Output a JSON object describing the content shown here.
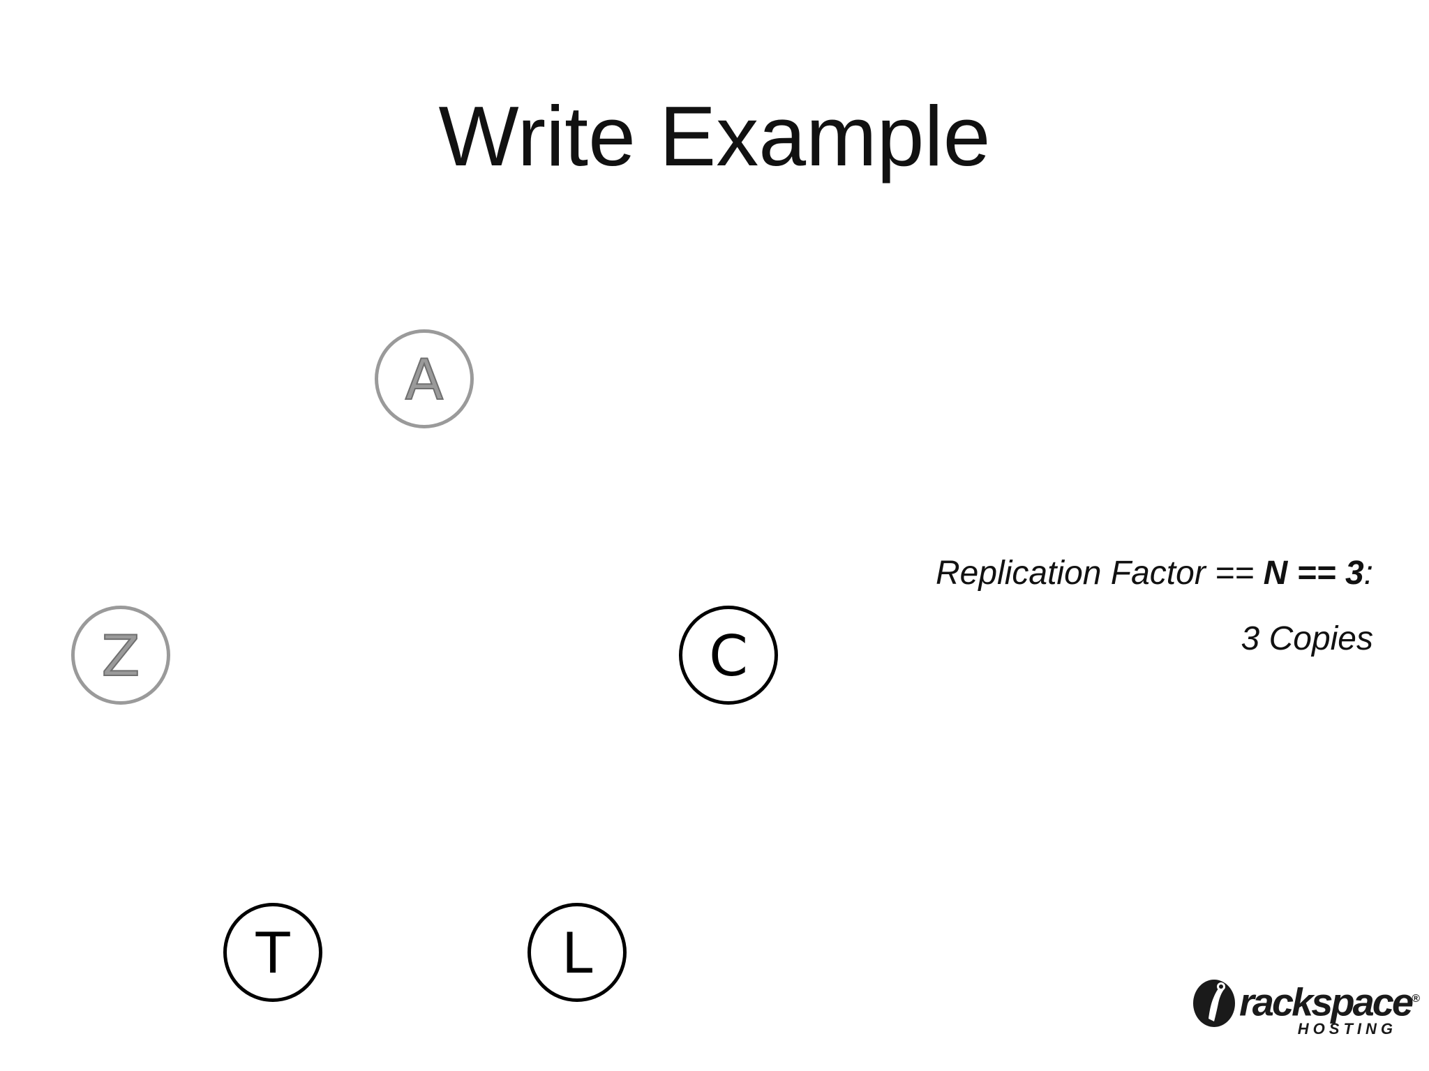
{
  "slide": {
    "title": "Write Example"
  },
  "nodes": [
    {
      "id": "A",
      "label": "A",
      "state": "inactive"
    },
    {
      "id": "Z",
      "label": "Z",
      "state": "inactive"
    },
    {
      "id": "C",
      "label": "C",
      "state": "active"
    },
    {
      "id": "T",
      "label": "T",
      "state": "active"
    },
    {
      "id": "L",
      "label": "L",
      "state": "active"
    }
  ],
  "caption": {
    "line1_prefix": "Replication Factor == ",
    "line1_bold": "N == 3",
    "line1_suffix": ":",
    "line2": "3 Copies"
  },
  "logo": {
    "wordmark": "rackspace",
    "registered": "®",
    "subtitle": "HOSTING"
  },
  "colors": {
    "active_node": "#000000",
    "inactive_node": "#9a9a9a",
    "text": "#111111"
  }
}
